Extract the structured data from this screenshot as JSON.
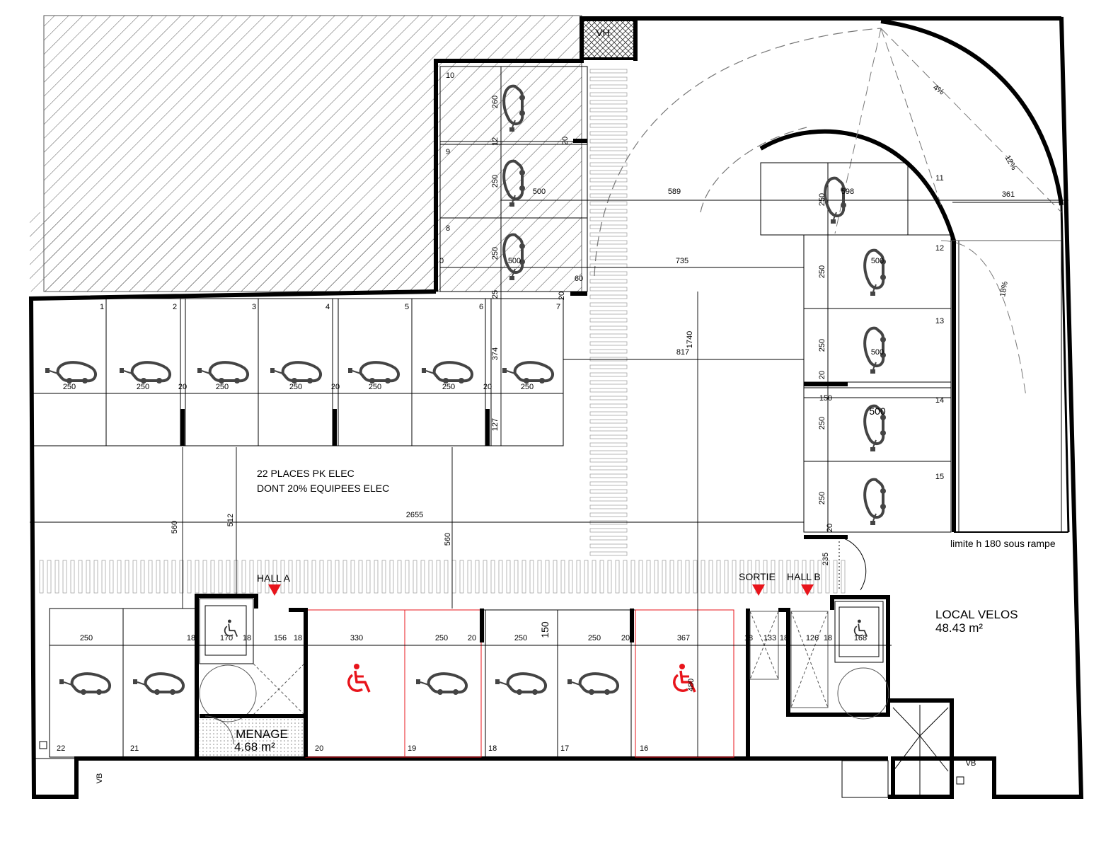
{
  "labels": {
    "vh": "VH",
    "pk_line1": "22 PLACES PK ELEC",
    "pk_line2": "DONT 20% EQUIPEES ELEC",
    "hall_a": "HALL A",
    "hall_b": "HALL B",
    "sortie": "SORTIE",
    "local_velos": "LOCAL VELOS",
    "local_velos_area": "48.43 m²",
    "menage": "MENAGE",
    "menage_area": "4.68 m²",
    "limite": "limite h 180 sous rampe",
    "vb_left": "VB",
    "vb_right": "VB"
  },
  "ramp": {
    "slope_1": "4%",
    "slope_2": "12%",
    "slope_3": "18%"
  },
  "spots": {
    "top": [
      "1",
      "2",
      "3",
      "4",
      "5",
      "6",
      "7"
    ],
    "left_col": [
      "10",
      "9",
      "8"
    ],
    "right_col": [
      "11",
      "12",
      "13",
      "14",
      "15"
    ],
    "bottom": [
      "22",
      "21",
      "20",
      "19",
      "18",
      "17",
      "16"
    ]
  },
  "dimensions": {
    "top_row_widths": [
      "250",
      "250",
      "250",
      "250",
      "250",
      "250",
      "250"
    ],
    "top_gaps": [
      "20",
      "20",
      "20"
    ],
    "d374": "374",
    "d127": "127",
    "d25": "25",
    "d60": "60",
    "d20a": "20",
    "d20b": "20",
    "d20c": "20",
    "d260": "260",
    "d12": "12",
    "d250_9": "250",
    "d250_8": "250",
    "d500_9": "500",
    "d500_8": "500",
    "d589": "589",
    "d598": "598",
    "d361": "361",
    "d735": "735",
    "d817": "817",
    "d1740": "1740",
    "d2655": "2655",
    "d560a": "560",
    "d512": "512",
    "d560b": "560",
    "d250_11": "250",
    "d250_12": "250",
    "d250_13": "250",
    "d250_14": "250",
    "d250_15": "250",
    "d500_12": "500",
    "d500_13": "500",
    "d500_14": "500",
    "d150r": "150",
    "d20r": "20",
    "d20s": "20",
    "d235": "235",
    "d0": "0",
    "bottom_row": [
      "250",
      "18",
      "170",
      "18",
      "156",
      "18",
      "330",
      "250",
      "20",
      "250",
      "250",
      "20",
      "367",
      "18",
      "133",
      "18",
      "126",
      "18",
      "168"
    ],
    "d150b": "150",
    "d480": "480"
  },
  "colors": {
    "accessible": "#e8141b",
    "line": "#000000",
    "hatch": "#555555",
    "ev_icon": "#444444"
  }
}
